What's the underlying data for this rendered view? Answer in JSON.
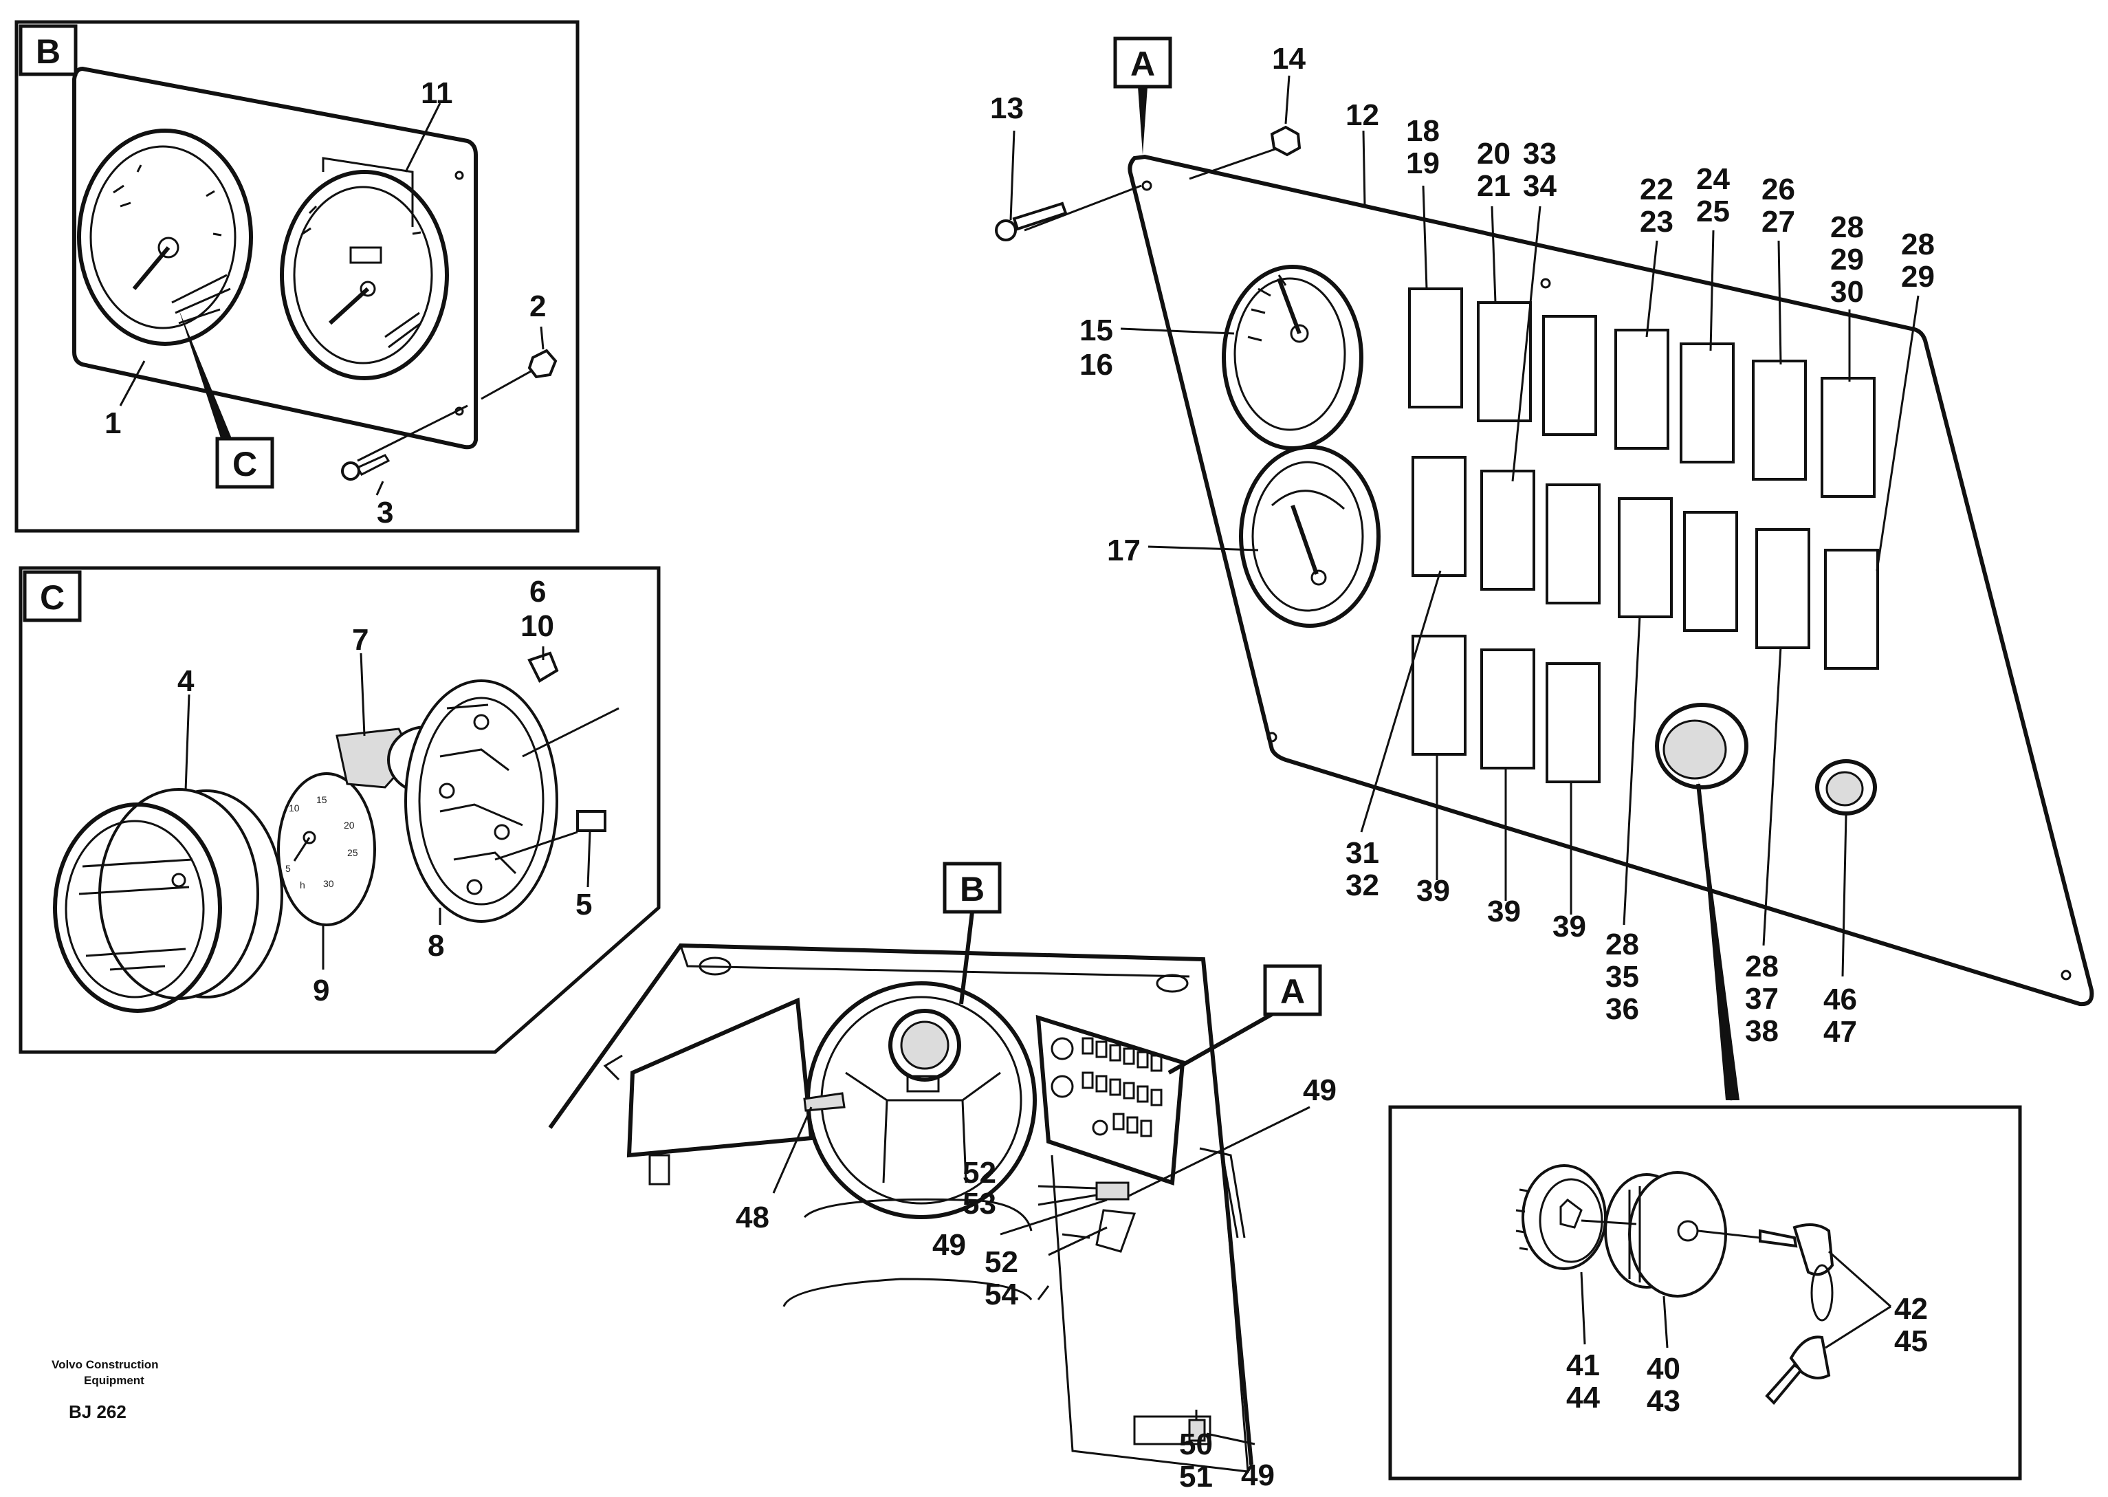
{
  "labels": {
    "panel_a_tag": "A",
    "panel_b_tag": "B",
    "panel_c_tag": "C",
    "p1": "1",
    "p2": "2",
    "p3": "3",
    "p11": "11",
    "p4": "4",
    "p5": "5",
    "p6": "6",
    "p10": "10",
    "p7": "7",
    "p8": "8",
    "p9": "9",
    "p12": "12",
    "p13": "13",
    "p14": "14",
    "p15": "15",
    "p16": "16",
    "p17": "17",
    "p18": "18",
    "p19": "19",
    "p20": "20",
    "p21": "21",
    "p33": "33",
    "p34": "34",
    "p22": "22",
    "p23": "23",
    "p24": "24",
    "p25": "25",
    "p26": "26",
    "p27": "27",
    "p28a": "28",
    "p29a": "29",
    "p30": "30",
    "p28b": "28",
    "p29b": "29",
    "p31": "31",
    "p32": "32",
    "p39a": "39",
    "p39b": "39",
    "p39c": "39",
    "p28c": "28",
    "p35": "35",
    "p36": "36",
    "p28d": "28",
    "p37": "37",
    "p38": "38",
    "p46": "46",
    "p47": "47",
    "p48": "48",
    "p49a": "49",
    "p49b": "49",
    "p49c": "49",
    "p52a": "52",
    "p53": "53",
    "p52b": "52",
    "p54": "54",
    "p50": "50",
    "p51": "51",
    "p41": "41",
    "p44": "44",
    "p40": "40",
    "p43": "43",
    "p42": "42",
    "p45": "45",
    "company_line1": "Volvo Construction",
    "company_line2": "Equipment",
    "drawing_code": "BJ 262"
  },
  "dial_c": {
    "marks": [
      "5",
      "10",
      "15",
      "20",
      "25",
      "30"
    ],
    "units": "h"
  }
}
